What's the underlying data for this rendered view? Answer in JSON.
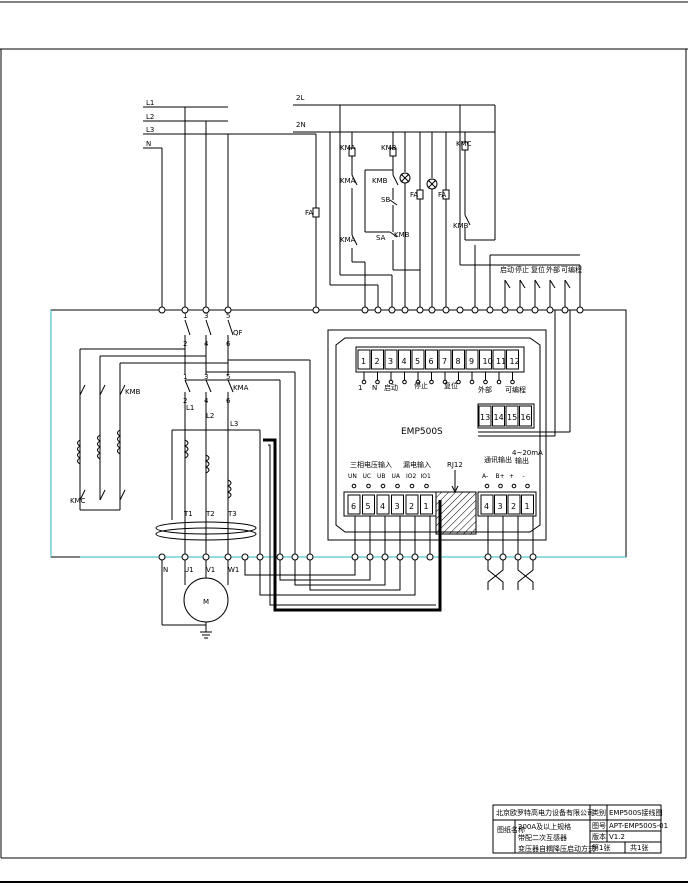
{
  "lines": {
    "l1": "L1",
    "l2": "L2",
    "l3": "L3",
    "n": "N",
    "c2l": "2L",
    "c2n": "2N"
  },
  "components": {
    "kma": "KMA",
    "kmb": "KMB",
    "kmc": "KMC",
    "sb": "SB",
    "sa": "SA",
    "fa": "FA",
    "qf": "QF"
  },
  "device": {
    "name": "EMP500S",
    "rj12": "RJ12",
    "upper_terminals": [
      "1",
      "2",
      "3",
      "4",
      "5",
      "6",
      "7",
      "8",
      "9",
      "10",
      "11",
      "12"
    ],
    "lower_left_terminals": [
      "6",
      "5",
      "4",
      "3",
      "2",
      "1"
    ],
    "lower_right_terminals": [
      "4",
      "3",
      "2",
      "1"
    ],
    "relay_terminals": [
      "13",
      "14",
      "15",
      "16"
    ],
    "ctrl_labels": [
      "启动",
      "停止",
      "复位",
      "外部",
      "可编程"
    ],
    "group_labels": {
      "three_phase_input": "三相电压输入",
      "current_input": "漏电输入",
      "comm_output": "通讯输出",
      "analog_output": "4~20mA",
      "output": "输出"
    },
    "lower_left_labels": [
      "UN",
      "UC",
      "UB",
      "UA",
      "IO2",
      "IO1"
    ],
    "lower_right_labels": [
      "A-",
      "B+",
      "+",
      "-"
    ],
    "upper_mid_labels": [
      "启动",
      "停止",
      "复位",
      "外部",
      "可编程"
    ]
  },
  "motor": {
    "terminals": [
      "N",
      "U1",
      "V1",
      "W1"
    ],
    "ct_labels": [
      "T1",
      "T2",
      "T3"
    ],
    "symbol": "M"
  },
  "title_block": {
    "company": "北京欧罗特高电力设备有限公司",
    "category_label": "类别",
    "category_value": "EMP500S接线图",
    "drawing_name_label": "图纸名称",
    "desc_line1": "200A及以上规格",
    "desc_line2": "带配二次互感器",
    "desc_line3": "变压器自耦降压启动方式",
    "drawing_no_label": "图号",
    "drawing_no_value": "APT-EMP500S-01",
    "version_label": "版本",
    "version_value": "V1.2",
    "page_label": "第1张",
    "total_label": "共1张"
  }
}
